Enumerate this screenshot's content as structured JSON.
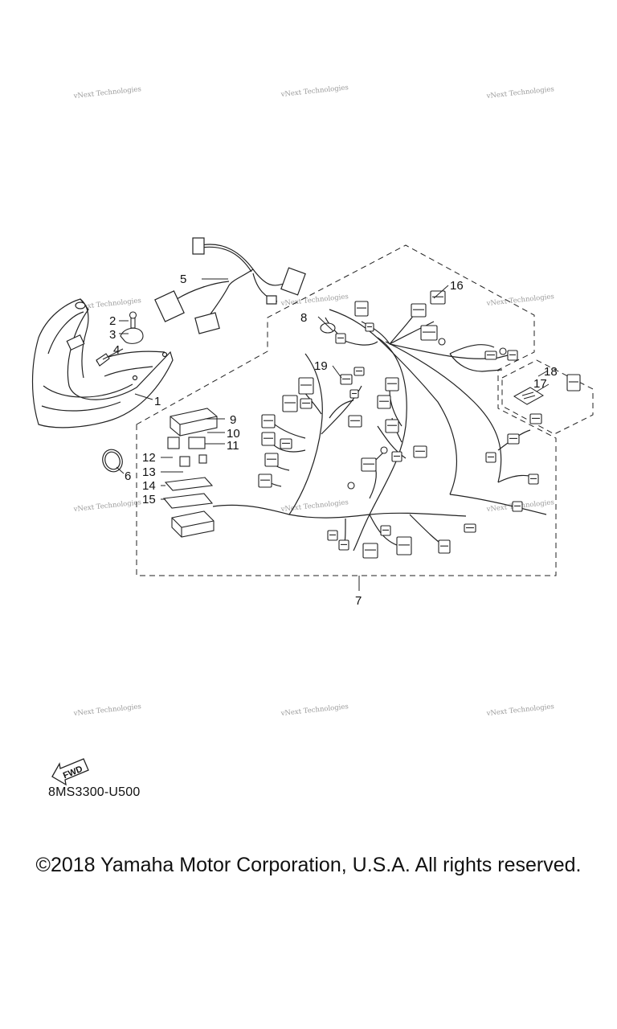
{
  "diagram": {
    "code": "8MS3300-U500",
    "fwd_label": "FWD",
    "watermark": "vNext Technologies",
    "callouts": [
      "1",
      "2",
      "3",
      "4",
      "5",
      "6",
      "7",
      "8",
      "9",
      "10",
      "11",
      "12",
      "13",
      "14",
      "15",
      "16",
      "17",
      "18",
      "19"
    ]
  },
  "copyright": "©2018 Yamaha Motor Corporation, U.S.A. All rights reserved."
}
